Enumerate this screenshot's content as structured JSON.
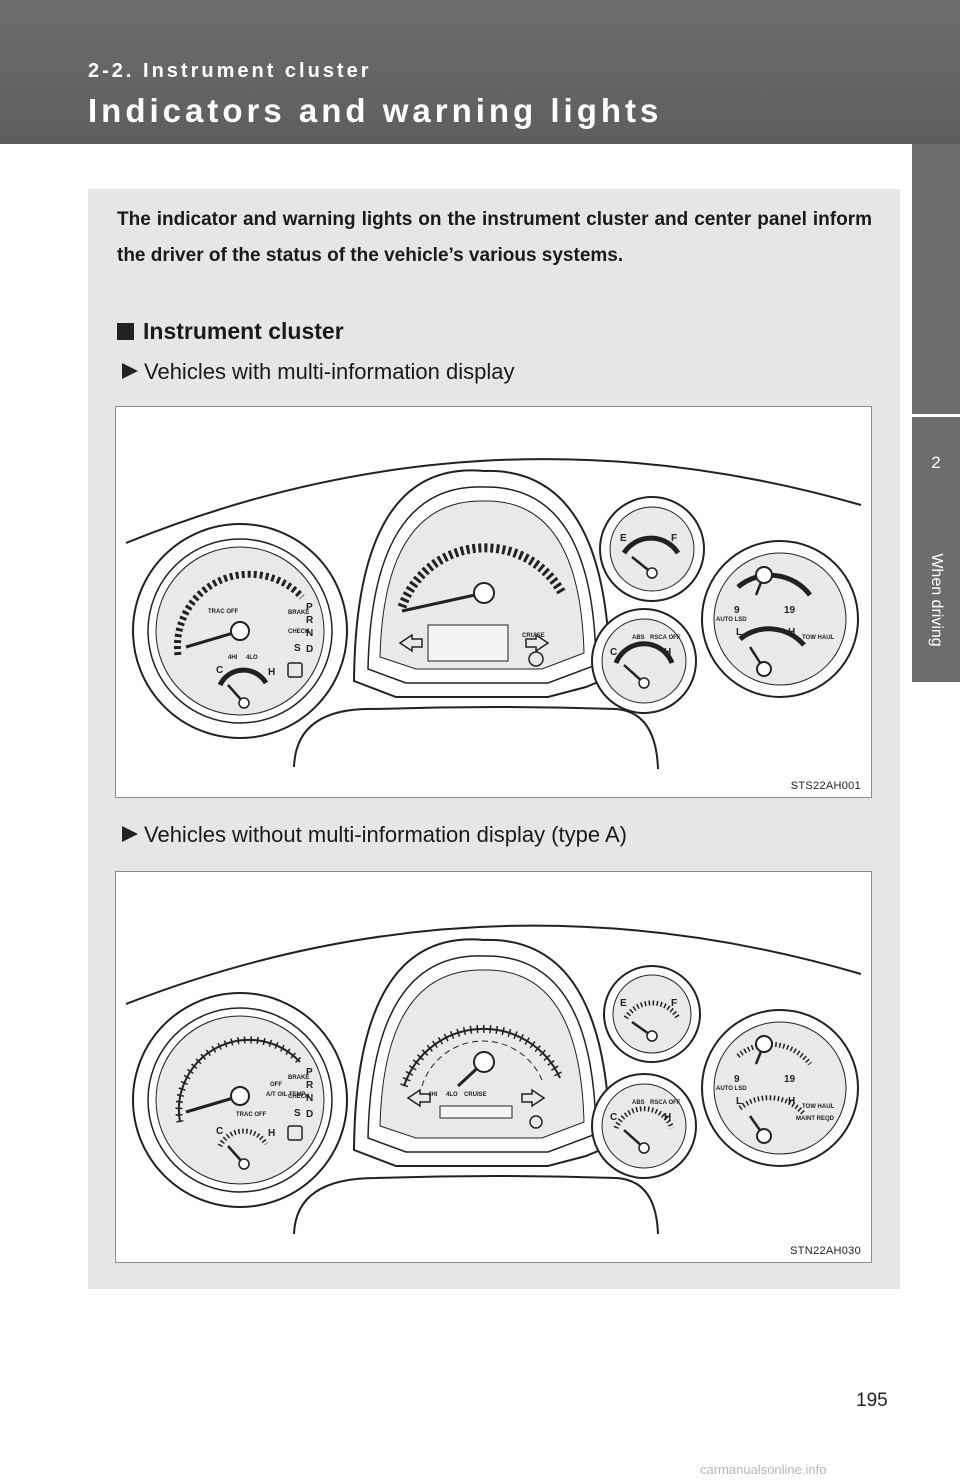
{
  "header": {
    "section": "2-2. Instrument cluster",
    "title": "Indicators and warning lights"
  },
  "side_tab": {
    "chapter_number": "2",
    "chapter_title": "When driving"
  },
  "intro": "The indicator and warning lights on the instrument cluster and center panel inform the driver of the status of the vehicle’s various systems.",
  "subheading": "Instrument cluster",
  "figures": [
    {
      "caption": "Vehicles with multi-information display",
      "code": "STS22AH001"
    },
    {
      "caption": "Vehicles without multi-information display (type A)",
      "code": "STN22AH030"
    }
  ],
  "gauge_labels": {
    "fuel_empty": "E",
    "fuel_full": "F",
    "temp_cold": "C",
    "temp_hot": "H",
    "oil_low": "L",
    "oil_high": "H",
    "volt_low": "9",
    "volt_high": "19",
    "gear_p": "P",
    "gear_r": "R",
    "gear_n": "N",
    "gear_d": "D",
    "gear_s": "S",
    "trac_off": "TRAC OFF",
    "brake": "BRAKE",
    "check": "CHECK",
    "four_hi": "4HI",
    "four_lo": "4LO",
    "cruise": "CRUISE",
    "abs": "ABS",
    "rsca_off": "RSCA OFF",
    "auto_lsd": "AUTO LSD",
    "tow_haul": "TOW HAUL",
    "maint_reqd": "MAINT REQD",
    "at_oil_temp": "A/T OIL TEMP",
    "off": "OFF"
  },
  "page_number": "195",
  "watermark": "carmanualsonline.info"
}
